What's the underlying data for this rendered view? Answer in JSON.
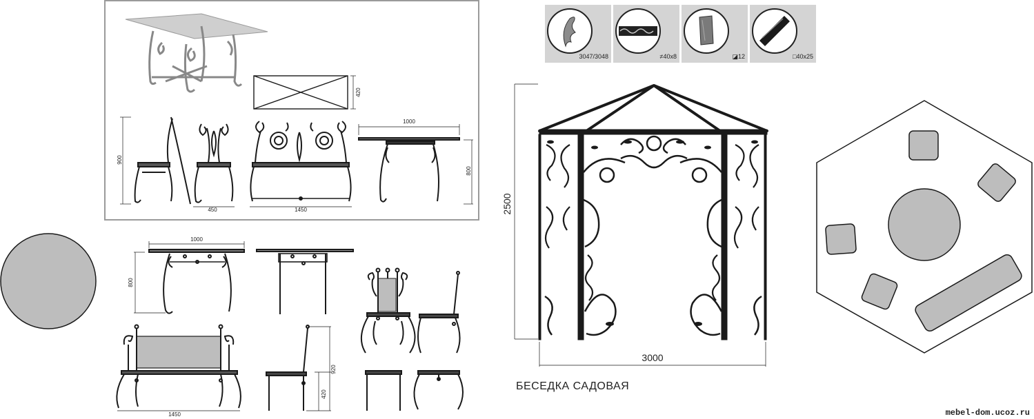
{
  "furniture_set": {
    "dimensions": {
      "chair_height": "900",
      "chair_width": "450",
      "bench_width": "1450",
      "table_width": "1000",
      "table_height": "800",
      "tabletop_depth": "420"
    }
  },
  "lower_set": {
    "dimensions": {
      "table_width": "1000",
      "table_height": "800",
      "bench_width": "1450",
      "chair_height": "920",
      "seat_height": "420"
    }
  },
  "materials": [
    {
      "icon": "leaf-ornament-icon",
      "label": "3047/3048"
    },
    {
      "icon": "decorative-strip-icon",
      "label": "≠40x8"
    },
    {
      "icon": "twisted-bar-icon",
      "label": "◪12"
    },
    {
      "icon": "square-tube-icon",
      "label": "□40x25"
    }
  ],
  "gazebo": {
    "height_label": "2500",
    "width_label": "3000",
    "title": "БЕСЕДКА САДОВАЯ"
  },
  "colors": {
    "line": "#1a1a1a",
    "fill_gray": "#bdbdbd",
    "panel_gray": "#d4d4d4",
    "frame": "#9a9a9a"
  },
  "watermark": "mebel-dom.ucoz.ru"
}
